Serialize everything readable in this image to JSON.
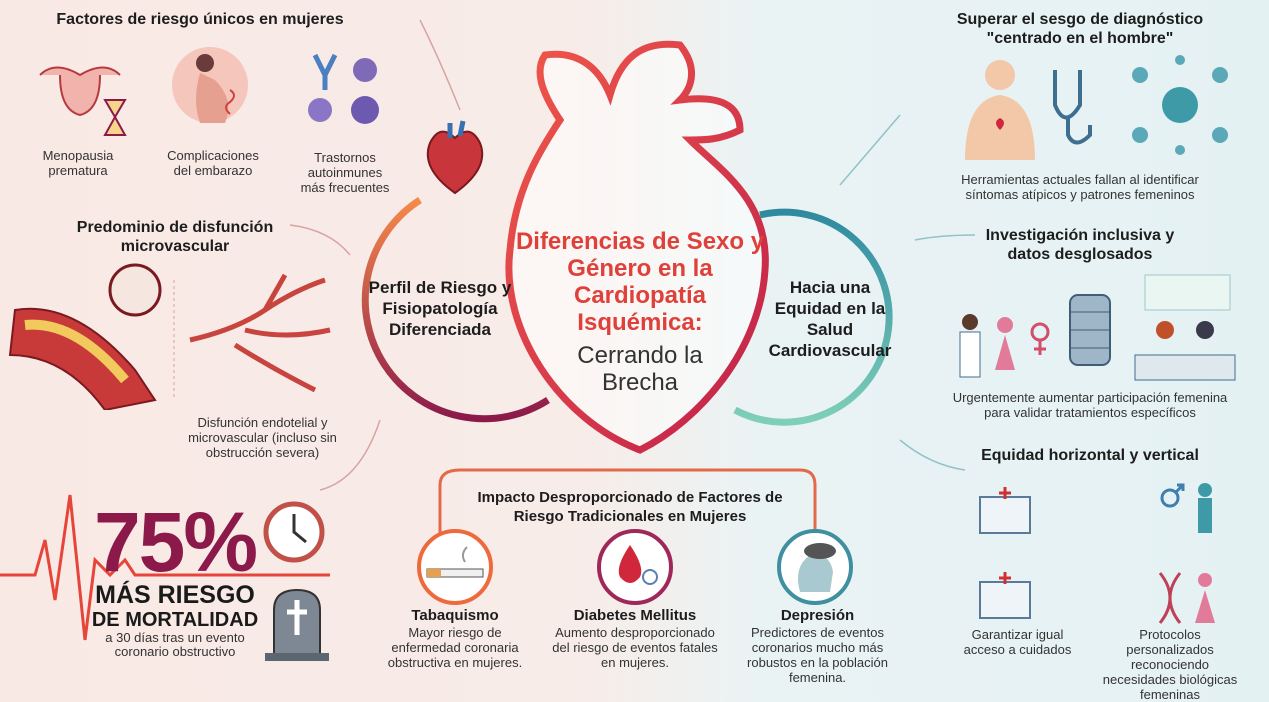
{
  "title": {
    "main": "Diferencias de Sexo y Género en la Cardiopatía Isquémica:",
    "sub": "Cerrando la Brecha"
  },
  "left_hub": "Perfil de Riesgo y Fisiopatología Diferenciada",
  "right_hub": "Hacia una Equidad en la Salud Cardiovascular",
  "left": {
    "unique_factors": {
      "heading": "Factores de riesgo únicos en mujeres",
      "items": [
        {
          "label": "Menopausia prematura",
          "icon": "uterus-hourglass-icon"
        },
        {
          "label": "Complicaciones del embarazo",
          "icon": "pregnant-woman-icon"
        },
        {
          "label": "Trastornos autoinmunes más frecuentes",
          "icon": "antibody-cells-icon"
        }
      ]
    },
    "microvascular": {
      "heading": "Predominio de disfunción microvascular",
      "caption": "Disfunción endotelial y microvascular (incluso sin obstrucción severa)"
    },
    "mortality": {
      "percent": "75%",
      "line1": "MÁS RIESGO",
      "line2": "DE MORTALIDAD",
      "detail": "a 30 días tras un evento coronario obstructivo"
    }
  },
  "bottom": {
    "heading": "Impacto Desproporcionado de Factores de Riesgo Tradicionales en Mujeres",
    "items": [
      {
        "title": "Tabaquismo",
        "desc": "Mayor riesgo de enfermedad coronaria obstructiva en mujeres.",
        "icon": "cigarette-icon"
      },
      {
        "title": "Diabetes Mellitus",
        "desc": "Aumento desproporcionado del riesgo de eventos fatales en mujeres.",
        "icon": "blood-drop-icon"
      },
      {
        "title": "Depresión",
        "desc": "Predictores de eventos coronarios mucho más robustos en la población femenina.",
        "icon": "storm-head-icon"
      }
    ]
  },
  "right": {
    "bias": {
      "heading": "Superar el sesgo de diagnóstico \"centrado en el hombre\"",
      "caption": "Herramientas actuales fallan al identificar síntomas atípicos y patrones femeninos"
    },
    "research": {
      "heading": "Investigación inclusiva y datos desglosados",
      "caption": "Urgentemente aumentar participación femenina para validar tratamientos específicos"
    },
    "equity": {
      "heading": "Equidad horizontal y vertical",
      "items": [
        {
          "label": "Garantizar igual acceso a cuidados",
          "icon": "hospital-icon"
        },
        {
          "label": "Protocolos personalizados reconociendo necesidades biológicas femeninas",
          "icon": "dna-gender-icon"
        }
      ]
    }
  },
  "colors": {
    "red": "#e0403a",
    "maroon": "#8b1a4a",
    "teal": "#3f9aa8",
    "orange": "#f07a4a"
  }
}
